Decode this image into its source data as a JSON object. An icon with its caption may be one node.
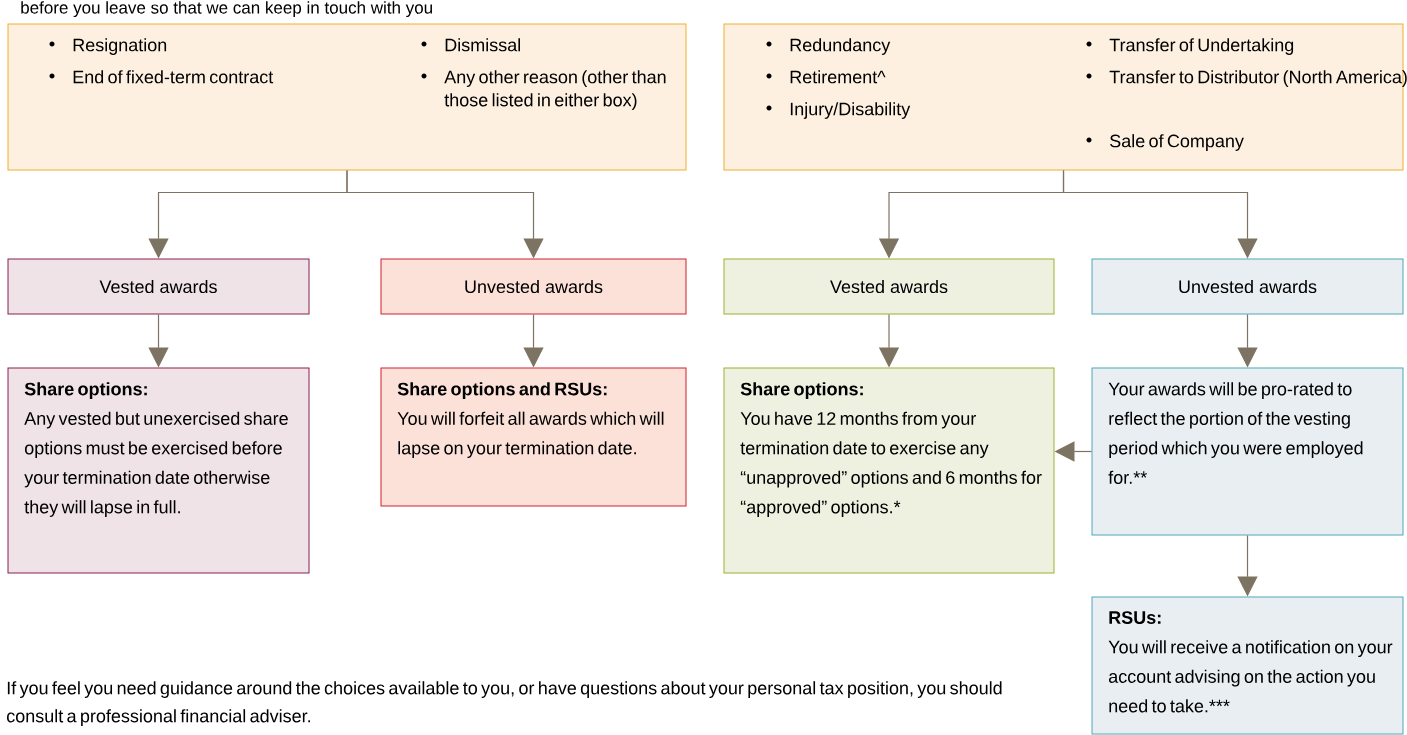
{
  "diagram": {
    "nodes": [
      {
        "text": [
          "Resignation",
          "End of fixed-term contract",
          "Dismissal",
          "Any other reason (other than those listed in either box)"
        ]
      },
      {
        "text": [
          "Redundancy",
          "Retirement^",
          "Injury/Disability",
          "Transfer of Undertaking",
          "Transfer to Distributor (North America)",
          "Sale of Company"
        ]
      },
      {
        "text": [
          "Vested awards"
        ]
      },
      {
        "text": [
          "Unvested awards"
        ]
      },
      {
        "text": [
          "Vested awards"
        ]
      },
      {
        "text": [
          "Unvested awards"
        ]
      },
      {
        "text": [
          "Share options:",
          "Any vested but unexercised share options must be exercised before your termination date otherwise they will lapse in full."
        ]
      },
      {
        "text": [
          "Share options and RSUs:",
          "You will forfeit all awards which will lapse on your termination date."
        ]
      },
      {
        "text": [
          "Share options:",
          "You have 12 months from your termination date to exercise any “unapproved” options and 6 months for “approved” options.*"
        ]
      },
      {
        "text": [
          "Your awards will be pro-rated to reflect the portion of the vesting period which you were employed for.**"
        ]
      },
      {
        "text": [
          "RSUs:",
          "You will receive a notification on your account advising on the action you need to take.***"
        ]
      }
    ],
    "edges": [
      {
        "from": 0,
        "to": 2,
        "arrow": "to"
      },
      {
        "from": 0,
        "to": 3,
        "arrow": "to"
      },
      {
        "from": 1,
        "to": 4,
        "arrow": "to"
      },
      {
        "from": 1,
        "to": 5,
        "arrow": "to"
      },
      {
        "from": 2,
        "to": 6,
        "arrow": "to"
      },
      {
        "from": 3,
        "to": 7,
        "arrow": "to"
      },
      {
        "from": 4,
        "to": 8,
        "arrow": "to"
      },
      {
        "from": 5,
        "to": 9,
        "arrow": "to"
      },
      {
        "from": 9,
        "to": 8,
        "arrow": "to"
      },
      {
        "from": 9,
        "to": 10,
        "arrow": "to"
      }
    ],
    "labels": [
      "before you leave so that we can keep in touch with you",
      "If you feel you need guidance around the choices available to you, or have questions about your personal tax position, you should consult a professional financial adviser."
    ]
  }
}
